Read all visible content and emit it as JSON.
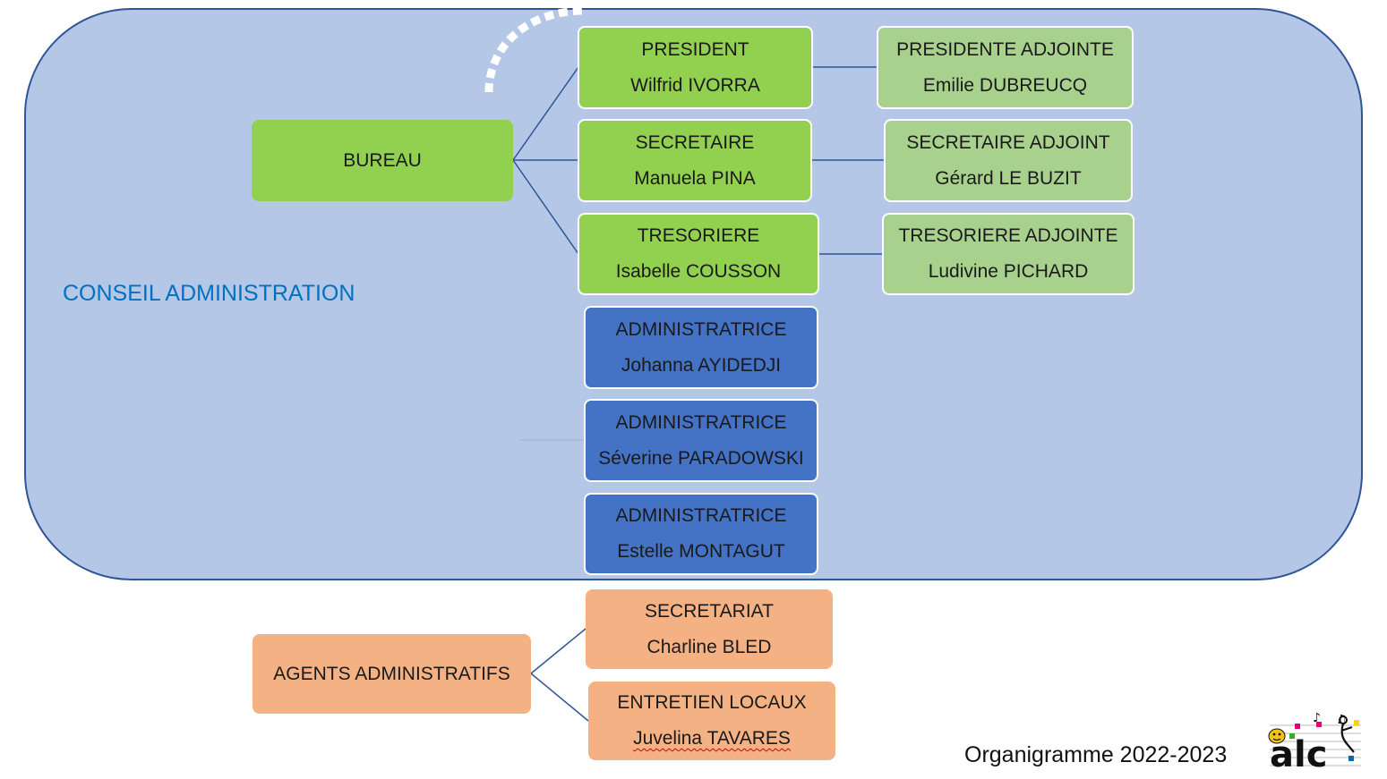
{
  "council": {
    "label": "CONSEIL ADMINISTRATION"
  },
  "bureau": {
    "label": "BUREAU",
    "members": [
      {
        "role": "PRESIDENT",
        "name": "Wilfrid IVORRA"
      },
      {
        "role": "SECRETAIRE",
        "name": "Manuela PINA"
      },
      {
        "role": "TRESORIERE",
        "name": "Isabelle COUSSON"
      }
    ],
    "deputies": [
      {
        "role": "PRESIDENTE ADJOINTE",
        "name": "Emilie DUBREUCQ"
      },
      {
        "role": "SECRETAIRE ADJOINT",
        "name": "Gérard LE BUZIT"
      },
      {
        "role": "TRESORIERE ADJOINTE",
        "name": "Ludivine PICHARD"
      }
    ]
  },
  "administrators": [
    {
      "role": "ADMINISTRATRICE",
      "name": "Johanna AYIDEDJI"
    },
    {
      "role": "ADMINISTRATRICE",
      "name": "Séverine PARADOWSKI"
    },
    {
      "role": "ADMINISTRATRICE",
      "name": "Estelle MONTAGUT"
    }
  ],
  "agents": {
    "label": "AGENTS ADMINISTRATIFS",
    "members": [
      {
        "role": "SECRETARIAT",
        "name": "Charline BLED"
      },
      {
        "role": "ENTRETIEN LOCAUX",
        "name": "Juvelina TAVARES"
      }
    ]
  },
  "footer": {
    "title": "Organigramme 2022-2023"
  },
  "logo": {
    "text": "alc"
  },
  "colors": {
    "council_fill": "#b4c7e7",
    "council_border": "#2f5597",
    "council_label": "#0070c0",
    "bureau_green": "#92d050",
    "deputy_green": "#a9d18e",
    "admin_blue": "#4472c4",
    "agents_orange": "#f4b183",
    "connector": "#2f5597"
  }
}
